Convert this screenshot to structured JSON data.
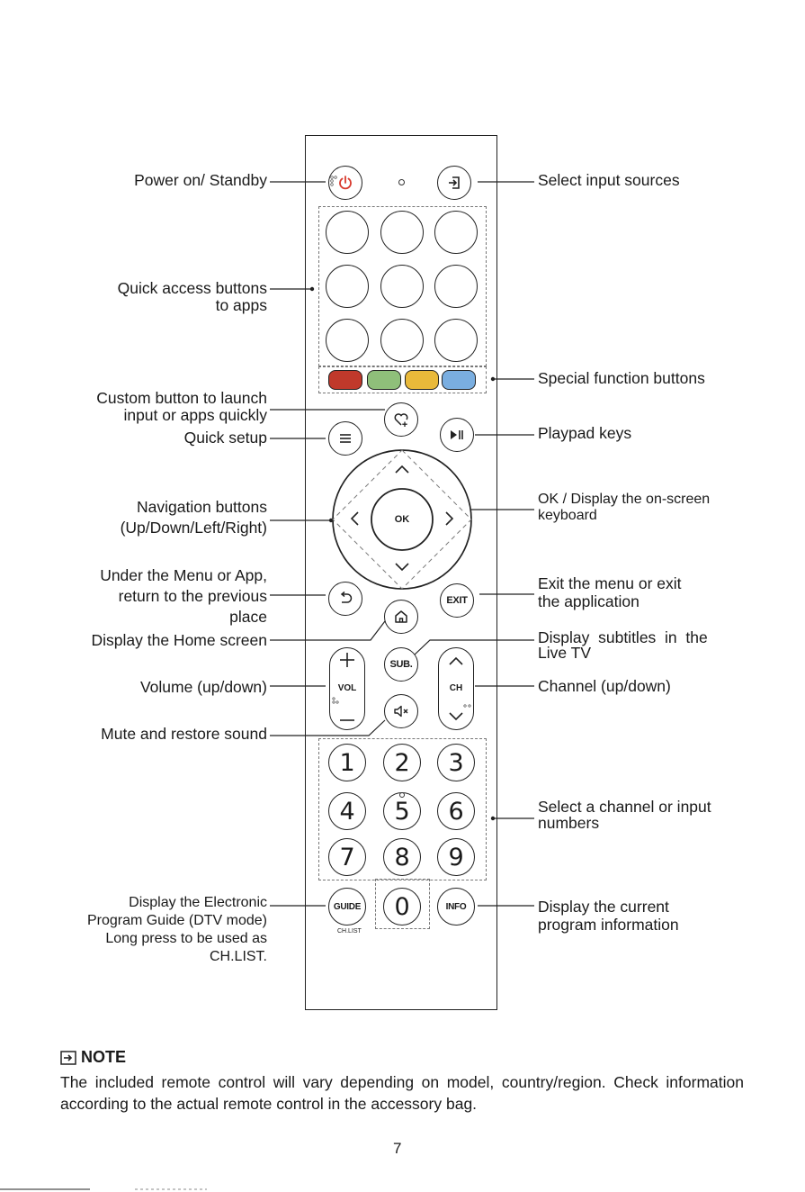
{
  "labels": {
    "power": "Power on/ Standby",
    "quick_access_1": "Quick access buttons",
    "quick_access_2": "to apps",
    "custom_1": "Custom button to launch",
    "custom_2": "input or apps quickly",
    "quick_setup": "Quick setup",
    "navigation_1": "Navigation buttons",
    "navigation_2": "(Up/Down/Left/Right)",
    "back_1": "Under the Menu or App,",
    "back_2": "return to the previous",
    "back_3": "place",
    "home": "Display the Home screen",
    "volume": "Volume (up/down)",
    "mute": "Mute and restore sound",
    "guide_1": "Display the Electronic",
    "guide_2": "Program Guide (DTV mode)",
    "guide_3": "Long press to be used as",
    "guide_4": "CH.LIST.",
    "input": "Select input sources",
    "special": "Special function buttons",
    "playpad": "Playpad keys",
    "ok_1": "OK / Display the on-screen",
    "ok_2": "keyboard",
    "exit_1": "Exit the menu or exit",
    "exit_2": "the application",
    "subtitle_1": "Display  subtitles  in  the",
    "subtitle_2": "Live TV",
    "channel": "Channel (up/down)",
    "numbers_1": "Select a channel or input",
    "numbers_2": "numbers",
    "info_1": "Display the current",
    "info_2": "program information"
  },
  "remote": {
    "ok": "OK",
    "exit": "EXIT",
    "sub": "SUB.",
    "vol": "VOL",
    "ch": "CH",
    "guide": "GUIDE",
    "info": "INFO",
    "ch_list": "CH.LIST",
    "numbers": [
      "1",
      "2",
      "3",
      "4",
      "5",
      "6",
      "7",
      "8",
      "9",
      "0"
    ],
    "color_keys": [
      "#c0392b",
      "#8fbf7a",
      "#e9b93a",
      "#7aaee0"
    ]
  },
  "note": {
    "title": "NOTE",
    "body": "The included remote control will vary depending on model, country/region. Check information according to the actual remote control in the accessory bag."
  },
  "page_number": "7"
}
